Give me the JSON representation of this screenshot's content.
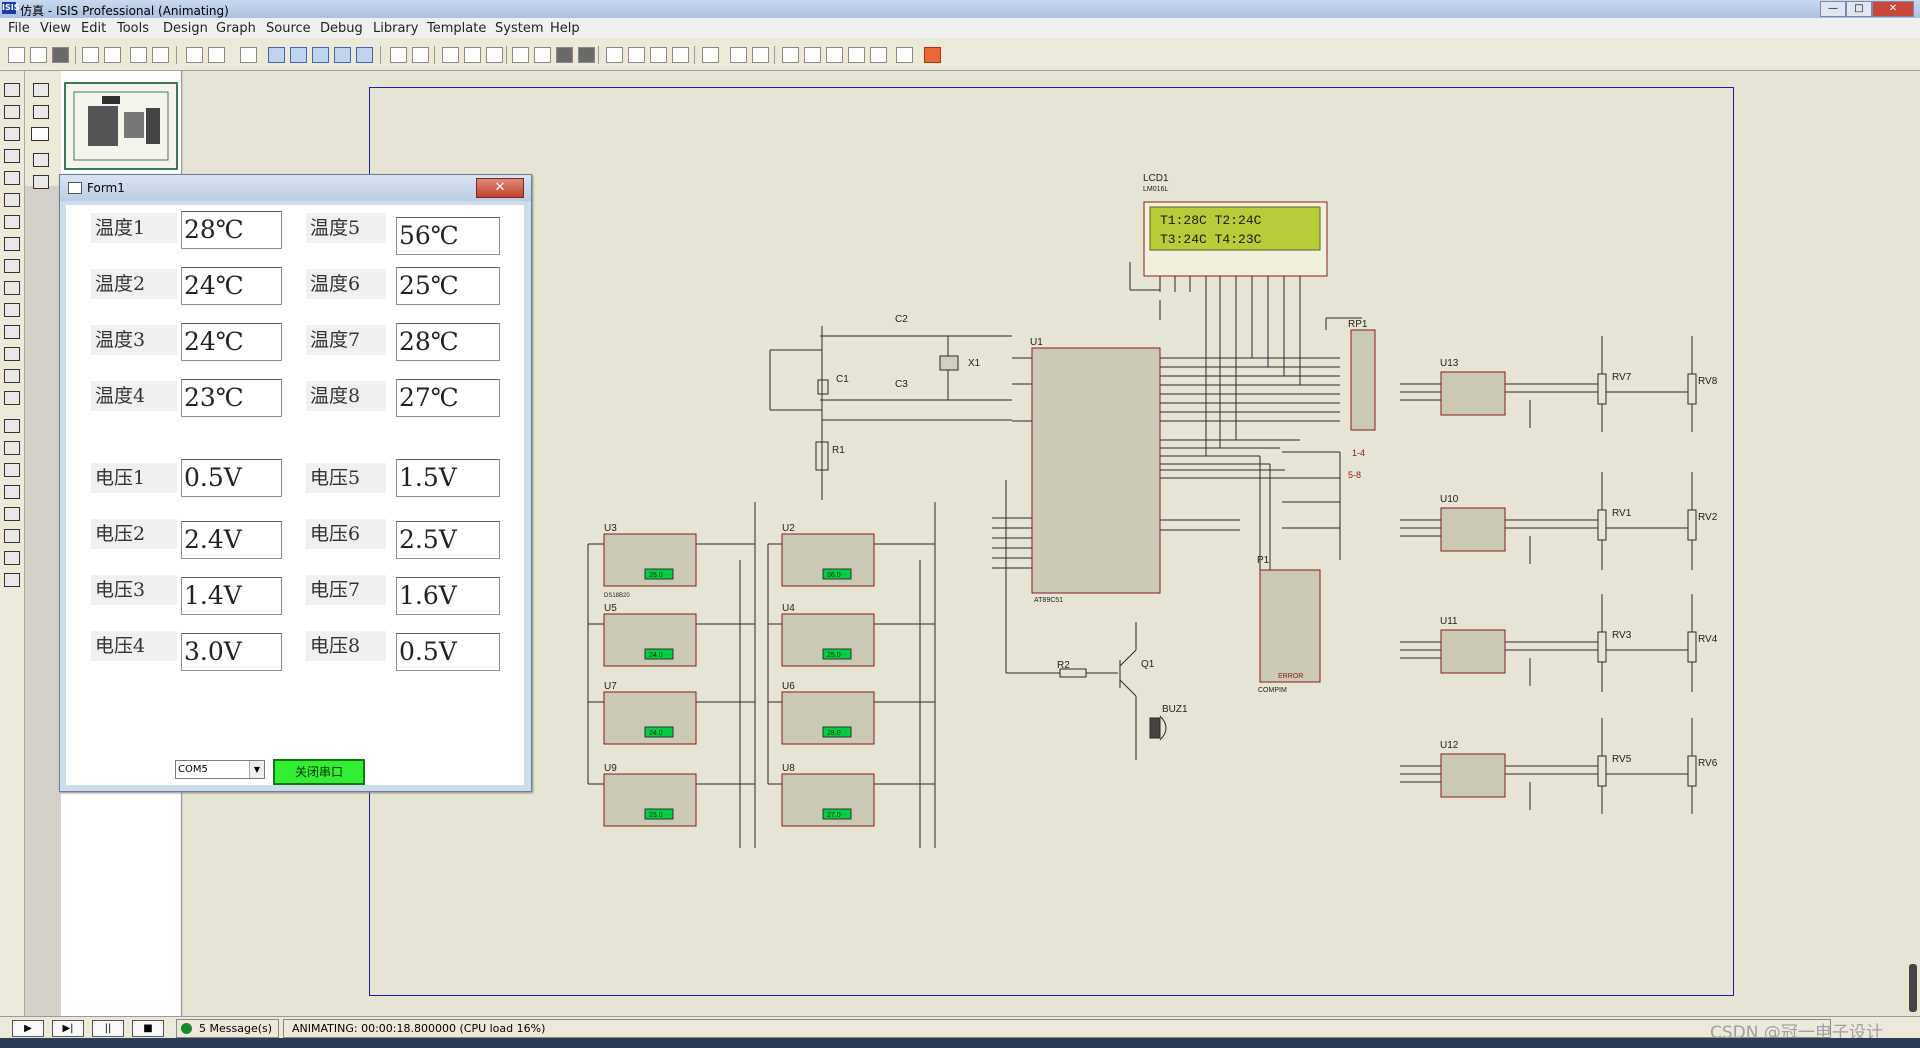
{
  "window": {
    "logo": "ISIS",
    "title": "仿真 - ISIS Professional (Animating)",
    "controls": [
      "—",
      "□",
      "✕"
    ]
  },
  "menu": [
    "File",
    "View",
    "Edit",
    "Tools",
    "Design",
    "Graph",
    "Source",
    "Debug",
    "Library",
    "Template",
    "System",
    "Help"
  ],
  "form": {
    "title": "Form1",
    "close": "✕",
    "temps": [
      {
        "label": "温度1",
        "value": "28℃"
      },
      {
        "label": "温度2",
        "value": "24℃"
      },
      {
        "label": "温度3",
        "value": "24℃"
      },
      {
        "label": "温度4",
        "value": "23℃"
      },
      {
        "label": "温度5",
        "value": "56℃"
      },
      {
        "label": "温度6",
        "value": "25℃"
      },
      {
        "label": "温度7",
        "value": "28℃"
      },
      {
        "label": "温度8",
        "value": "27℃"
      }
    ],
    "volts": [
      {
        "label": "电压1",
        "value": "0.5V"
      },
      {
        "label": "电压2",
        "value": "2.4V"
      },
      {
        "label": "电压3",
        "value": "1.4V"
      },
      {
        "label": "电压4",
        "value": "3.0V"
      },
      {
        "label": "电压5",
        "value": "1.5V"
      },
      {
        "label": "电压6",
        "value": "2.5V"
      },
      {
        "label": "电压7",
        "value": "1.6V"
      },
      {
        "label": "电压8",
        "value": "0.5V"
      }
    ],
    "port": "COM5",
    "button": "关闭串口"
  },
  "schematic": {
    "lcd": {
      "ref": "LCD1",
      "part": "LM016L",
      "line1": "T1:28C  T2:24C",
      "line2": "T3:24C  T4:23C"
    },
    "mcu": {
      "ref": "U1",
      "part": "AT89C51"
    },
    "crystal": "X1",
    "capacitors": [
      "C1",
      "C2",
      "C3"
    ],
    "resistors": [
      "R1",
      "R2"
    ],
    "rpack": "RP1",
    "transistor": "Q1",
    "buzzer": "BUZ1",
    "com": "P1",
    "adcs": [
      "U13",
      "U10",
      "U11",
      "U12"
    ],
    "pots": [
      "RV7",
      "RV8",
      "RV1",
      "RV2",
      "RV3",
      "RV4",
      "RV5",
      "RV6"
    ],
    "sensors": [
      "U3",
      "U2",
      "U5",
      "U4",
      "U7",
      "U6",
      "U9",
      "U8"
    ],
    "sensor_part": "DS18B20",
    "sensor_readouts": [
      "28.0",
      "56.0",
      "24.0",
      "25.0",
      "24.0",
      "28.0",
      "23.0",
      "27.0"
    ],
    "switch_labels": [
      "1-4",
      "5-8"
    ],
    "com_label": "COMPIM",
    "error_label": "ERROR"
  },
  "status": {
    "controls": [
      "▶",
      "▶|",
      "||",
      "■"
    ],
    "messages": "5 Message(s)",
    "animating": "ANIMATING: 00:00:18.800000 (CPU load 16%)"
  },
  "watermark": "CSDN @冠一电子设计"
}
